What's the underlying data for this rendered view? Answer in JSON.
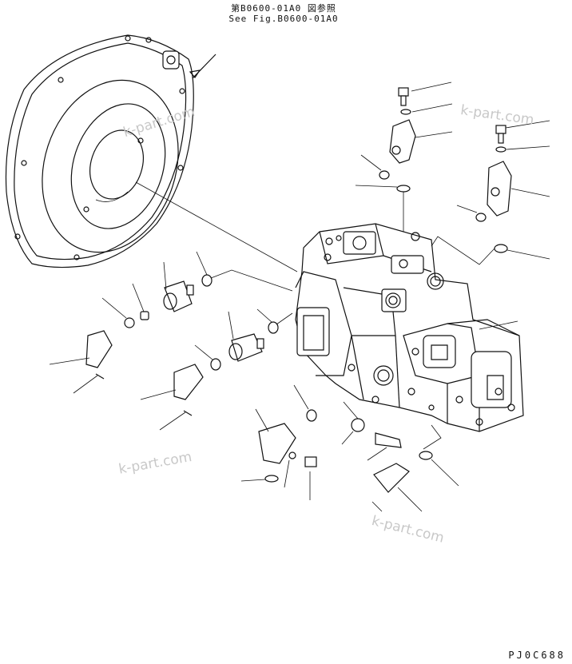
{
  "reference": {
    "japanese": "第B0600-01A0 図参照",
    "english": "See Fig.B0600-01A0"
  },
  "drawing_code": "PJ0C688",
  "watermarks": [
    "k-part.com",
    "k-part.com",
    "k-part.com",
    "k-part.com"
  ],
  "colors": {
    "line": "#111111",
    "watermark": "#c8c8c8",
    "background": "#ffffff"
  }
}
